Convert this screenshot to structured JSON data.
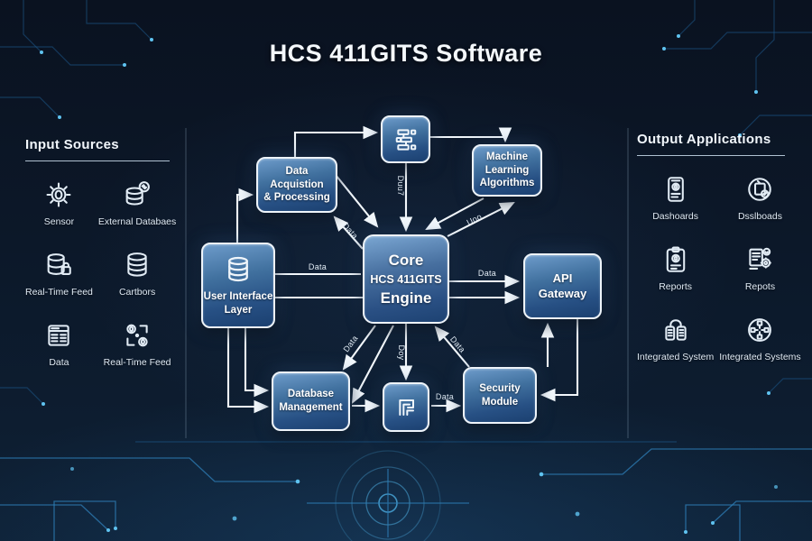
{
  "title": "HCS 411GITS Software",
  "input_panel": {
    "title": "Input Sources",
    "items": [
      {
        "label": "Sensor",
        "icon": "sensor-gear-icon"
      },
      {
        "label": "External Databaes",
        "icon": "database-sync-icon"
      },
      {
        "label": "Real-Time Feed",
        "icon": "database-lock-icon"
      },
      {
        "label": "Cartbors",
        "icon": "database-icon"
      },
      {
        "label": "Data",
        "icon": "data-document-icon"
      },
      {
        "label": "Real-Time Feed",
        "icon": "sync-feed-icon"
      }
    ]
  },
  "output_panel": {
    "title": "Output Applications",
    "items": [
      {
        "label": "Dashoards",
        "icon": "mobile-dashboard-icon"
      },
      {
        "label": "Dsslboads",
        "icon": "round-dashboard-icon"
      },
      {
        "label": "Reports",
        "icon": "clipboard-report-icon"
      },
      {
        "label": "Repots",
        "icon": "document-gear-icon"
      },
      {
        "label": "Integrated System",
        "icon": "devices-lock-icon"
      },
      {
        "label": "Integrated Systems",
        "icon": "hub-icon"
      }
    ]
  },
  "diagram": {
    "nodes": {
      "config": {
        "icon": "form-list-icon"
      },
      "acquisition": {
        "label": "Data Acquistion\n& Processing"
      },
      "ml": {
        "label": "Machine\nLearning\nAlgorithms"
      },
      "core": {
        "line1": "Core",
        "line2": "HCS 411GITS",
        "line3": "Engine"
      },
      "ui": {
        "label": "User Interface\nLayer",
        "icon": "database-stack-icon"
      },
      "api": {
        "label": "API\nGateway"
      },
      "dbm": {
        "label": "Database\nManagement"
      },
      "circuit": {
        "icon": "circuit-maze-icon"
      },
      "security": {
        "label": "Security\nModule"
      }
    },
    "edge_labels": {
      "config_core": "Duu7",
      "core_acq": "Data",
      "core_ml": "Uoo",
      "ui_core": "Data",
      "core_api": "Data",
      "core_dbm": "Data",
      "core_circuit": "Doy",
      "security_core": "Data",
      "circuit_security": "Data"
    }
  },
  "colors": {
    "box_accent": "#3a689e",
    "line": "#f2f7fb",
    "glow": "#4fb3e8",
    "background": "#0b1524"
  }
}
